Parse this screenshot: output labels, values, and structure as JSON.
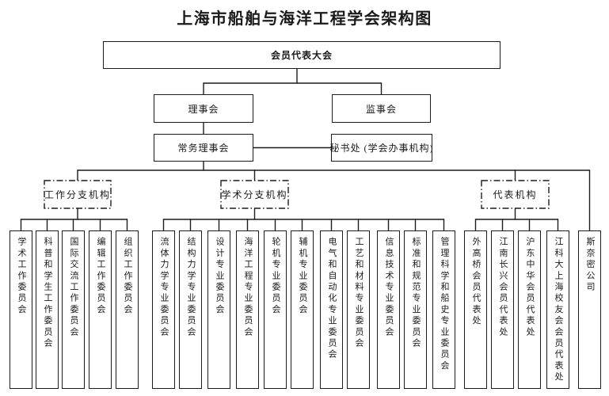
{
  "title": "上海市船舶与海洋工程学会架构图",
  "org": {
    "root": "会员代表大会",
    "level2": [
      "理事会",
      "监事会"
    ],
    "level3": [
      "常务理事会",
      "秘书处 (学会办事机构)"
    ],
    "branches": [
      "工作分支机构",
      "学术分支机构",
      "代表机构"
    ],
    "leaves": [
      "学术工作委员会",
      "科普和学生工作委员会",
      "国际交流工作委员会",
      "编辑工作委员会",
      "组织工作委员会",
      "流体力学专业委员会",
      "结构力学专业委员会",
      "设计专业委员会",
      "海洋工程专业委员会",
      "轮机专业委员会",
      "辅机专业委员会",
      "电气和自动化专业委员会",
      "工艺和材料专业委员会",
      "信息技术专业委员会",
      "标准和规范专业委员会",
      "管理科学和船史专业委员会",
      "外高桥会员代表处",
      "江南长兴会员代表处",
      "沪东中华会员代表处",
      "江科大上海校友会会员代表处",
      "斯奈密公司"
    ]
  },
  "colors": {
    "background": "#ffffff",
    "line": "#1c1c1c",
    "text": "#1a1a1a"
  }
}
